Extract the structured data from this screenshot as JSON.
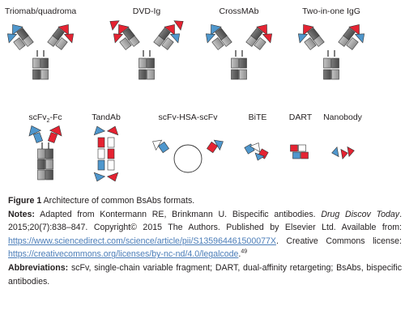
{
  "colors": {
    "heavy_dark": "#5c5c5c",
    "heavy_light": "#a9a9a9",
    "blue": "#4f97cd",
    "red": "#e52332",
    "link": "#4b7db8",
    "text": "#231f20"
  },
  "formats_row1": [
    {
      "id": "triomab",
      "label": "Triomab/quadroma",
      "left_tip": "blue",
      "right_tip": "red"
    },
    {
      "id": "dvd-ig",
      "label": "DVD-Ig",
      "left_tip": "red",
      "right_tip": "red"
    },
    {
      "id": "crossmab",
      "label": "CrossMAb",
      "left_tip": "blue",
      "right_tip": "red"
    },
    {
      "id": "two-in-one",
      "label": "Two-in-one IgG",
      "left_tip": "red",
      "right_tip": "red"
    }
  ],
  "formats_row2": [
    {
      "id": "scfv2-fc",
      "label_main": "scFv",
      "label_sub": "2",
      "label_suffix": "-Fc"
    },
    {
      "id": "tandab",
      "label_main": "TandAb",
      "label_sub": "",
      "label_suffix": ""
    },
    {
      "id": "scfv-hsa-scfv",
      "label_main": "scFv-HSA-scFv",
      "label_sub": "",
      "label_suffix": ""
    },
    {
      "id": "bite",
      "label_main": "BiTE",
      "label_sub": "",
      "label_suffix": ""
    },
    {
      "id": "dart",
      "label_main": "DART",
      "label_sub": "",
      "label_suffix": ""
    },
    {
      "id": "nanobody",
      "label_main": "Nanobody",
      "label_sub": "",
      "label_suffix": ""
    }
  ],
  "caption": {
    "figure_label": "Figure 1",
    "figure_title": "Architecture of common BsAbs formats.",
    "notes_label": "Notes:",
    "notes_text_1": "Adapted from Kontermann RE, Brinkmann U. Bispecific antibodies.",
    "journal": "Drug Discov Today",
    "notes_text_2": ". 2015;20(7):838–847. Copyright© 2015 The Authors. Published by Elsevier Ltd. Available from:",
    "link_1": "https://www.sciencedirect.com/science/article/pii/S135964461500077X",
    "notes_text_3": ". Creative Commons license:",
    "link_2": "https://creativecommons.org/licenses/by-nc-nd/4.0/legalcode",
    "notes_text_4": ".",
    "ref_number": "49",
    "abbrev_label": "Abbreviations:",
    "abbrev_text": "scFv, single-chain variable fragment; DART, dual-affinity retargeting; BsAbs, bispecific antibodies."
  }
}
